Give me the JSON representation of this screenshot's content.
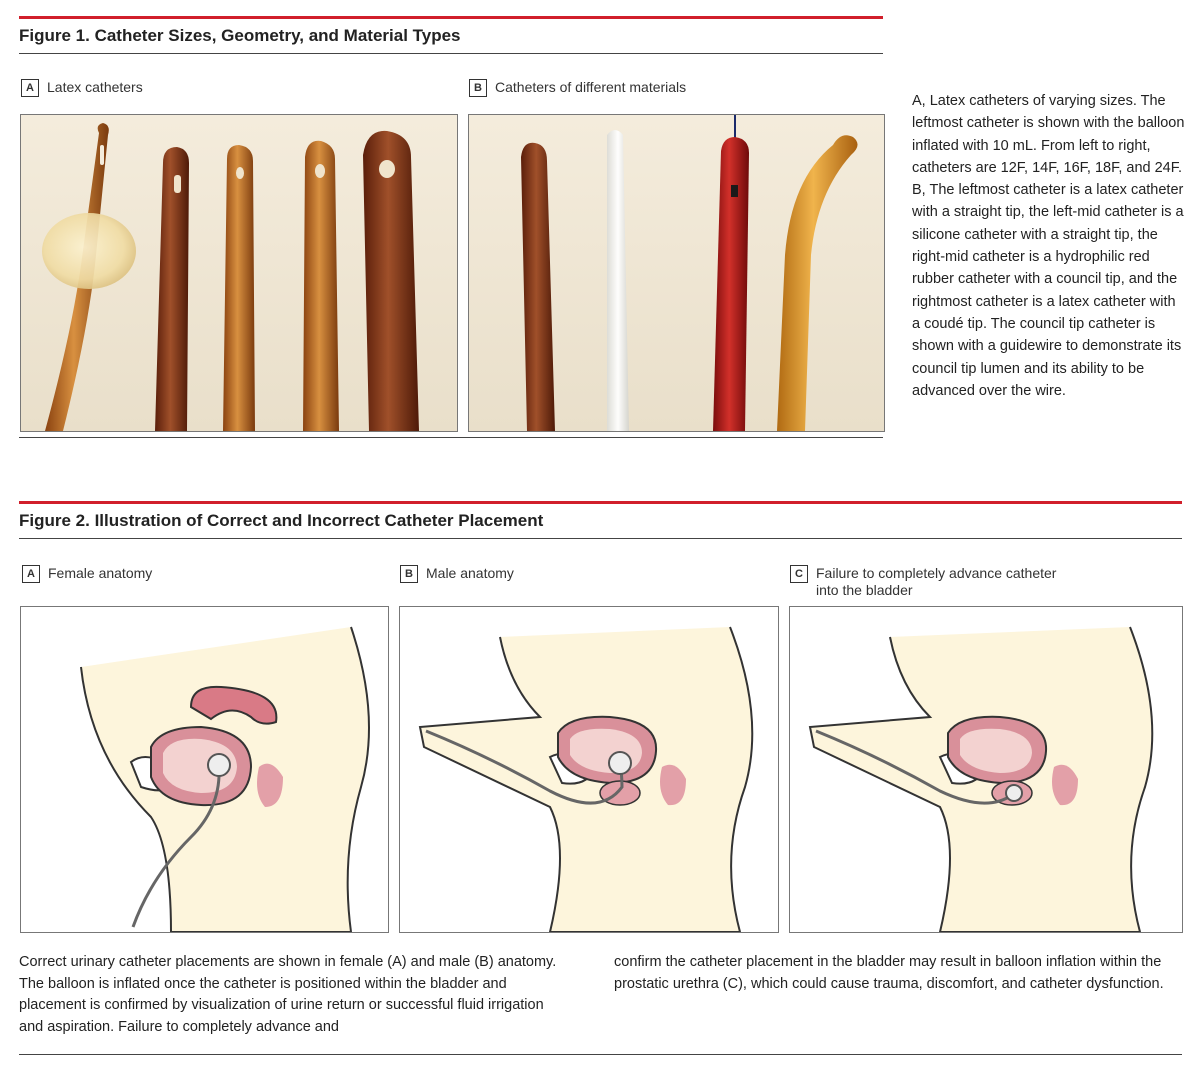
{
  "figure1": {
    "title": "Figure 1. Catheter Sizes, Geometry, and Material Types",
    "panel_a": {
      "letter": "A",
      "label": "Latex catheters"
    },
    "panel_b": {
      "letter": "B",
      "label": "Catheters of different materials"
    },
    "caption": "A, Latex catheters of varying sizes. The leftmost catheter is shown with the balloon inflated with 10 mL. From left to right, catheters are 12F, 14F, 16F, 18F, and 24F. B, The leftmost catheter is a latex catheter with a straight tip, the left-mid catheter is a silicone catheter with a straight tip, the right-mid catheter is a hydrophilic red rubber catheter with a council tip, and the rightmost catheter is a latex catheter with a coudé tip. The council tip catheter is shown with a guidewire to demonstrate its council tip lumen and its ability to be advanced over the wire."
  },
  "figure2": {
    "title": "Figure 2. Illustration of Correct and Incorrect Catheter Placement",
    "panel_a": {
      "letter": "A",
      "label": "Female anatomy"
    },
    "panel_b": {
      "letter": "B",
      "label": "Male anatomy"
    },
    "panel_c": {
      "letter": "C",
      "label_line1": "Failure to completely advance catheter",
      "label_line2": "into the bladder"
    },
    "caption_left": "Correct urinary catheter placements are shown in female (A) and male (B) anatomy. The balloon is inflated once the catheter is positioned within the bladder and placement is confirmed by visualization of urine return or successful fluid irrigation and aspiration. Failure to completely advance and",
    "caption_right": "confirm the catheter placement in the bladder may result in balloon inflation within the prostatic urethra (C), which could cause trauma, discomfort, and catheter dysfunction."
  },
  "colors": {
    "accent_red": "#d11f2b",
    "latex_amber": "#b8661c",
    "dark_latex": "#7a2f12",
    "red_rubber": "#b01a1a",
    "silicone": "#f2f2ee",
    "skin_cream": "#fbf0c8",
    "bladder_pink": "#d9909a"
  }
}
